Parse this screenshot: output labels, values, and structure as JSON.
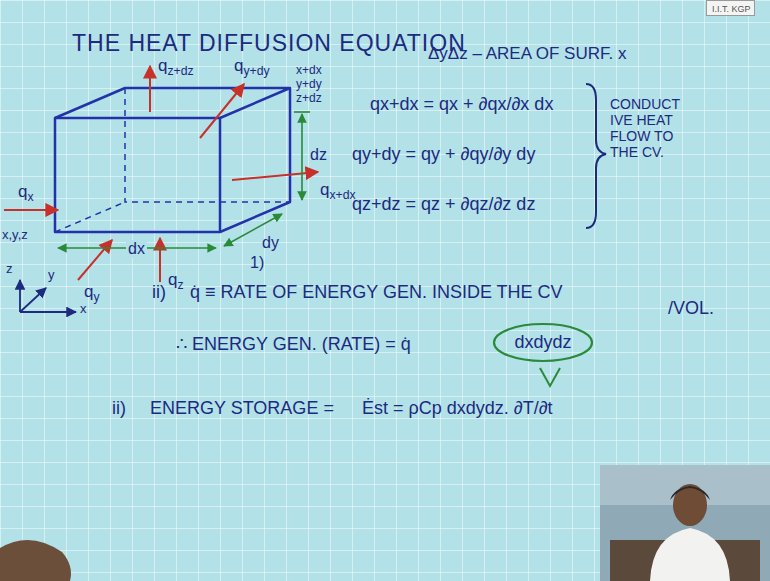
{
  "diagram": {
    "title": "THE HEAT DIFFUSION EQUATION",
    "nodes": [
      {
        "text": [
          "I.I.T. KGP"
        ]
      },
      {
        "text": [
          "dxdydz"
        ]
      }
    ],
    "labels": [
      "qz+dz",
      "qy+dy",
      "x+dx",
      "y+dy",
      "z+dz",
      "dz",
      "qx+dx",
      "qx",
      "x,y,z",
      "dx",
      "dy",
      "qy",
      "qz",
      "z",
      "y",
      "x",
      "1)",
      "ΔyΔz – AREA OF SURF. x",
      "qx+dx = qx + ∂qx/∂x dx",
      "qy+dy = qy + ∂qy/∂y dy",
      "qz+dz = qz + ∂qz/∂z dz",
      "CONDUCT IVE HEAT FLOW TO THE CV.",
      "ii)",
      "q̇ ≡ RATE OF ENERGY GEN. INSIDE THE CV",
      "/VOL.",
      "∴ ENERGY GEN. (RATE) = q̇",
      "ii)",
      "ENERGY STORAGE =",
      "Ėst = ρCp dxdydz. ∂T/∂t"
    ]
  }
}
